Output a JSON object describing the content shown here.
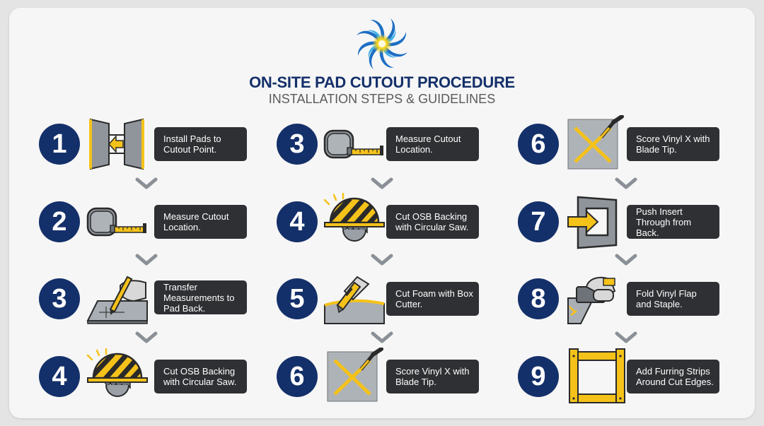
{
  "header": {
    "title": "ON-SITE PAD CUTOUT PROCEDURE",
    "subtitle": "INSTALLATION STEPS & GUIDELINES"
  },
  "colors": {
    "navy": "#14306a",
    "label_bg": "#2f3033",
    "accent_yellow": "#f5c21a",
    "chevron": "#8a9096"
  },
  "columns": [
    {
      "steps": [
        {
          "number": "1",
          "label": "Install Pads to Cutout Point.",
          "icon": "pad-insert-icon"
        },
        {
          "number": "2",
          "label": "Measure Cutout Location.",
          "icon": "tape-measure-icon"
        },
        {
          "number": "3",
          "label": "Transfer Measurements to Pad Back.",
          "icon": "pencil-marking-icon"
        },
        {
          "number": "4",
          "label": "Cut OSB Backing with Circular Saw.",
          "icon": "circular-saw-icon"
        }
      ]
    },
    {
      "steps": [
        {
          "number": "3",
          "label": "Measure Cutout Location.",
          "icon": "tape-measure-icon"
        },
        {
          "number": "4",
          "label": "Cut OSB Backing with Circular Saw.",
          "icon": "circular-saw-icon"
        },
        {
          "number": "5",
          "label": "Cut Foam with Box Cutter.",
          "icon": "box-cutter-icon"
        },
        {
          "number": "6",
          "label": "Score Vinyl X with Blade Tip.",
          "icon": "score-x-icon"
        }
      ]
    },
    {
      "steps": [
        {
          "number": "6",
          "label": "Score Vinyl X with Blade Tip.",
          "icon": "score-x-icon"
        },
        {
          "number": "7",
          "label": "Push Insert Through from Back.",
          "icon": "push-insert-icon"
        },
        {
          "number": "8",
          "label": "Fold Vinyl Flap and Staple.",
          "icon": "staple-gun-icon"
        },
        {
          "number": "9",
          "label": "Add Furring Strips Around Cut Edges.",
          "icon": "furring-frame-icon"
        }
      ]
    }
  ]
}
